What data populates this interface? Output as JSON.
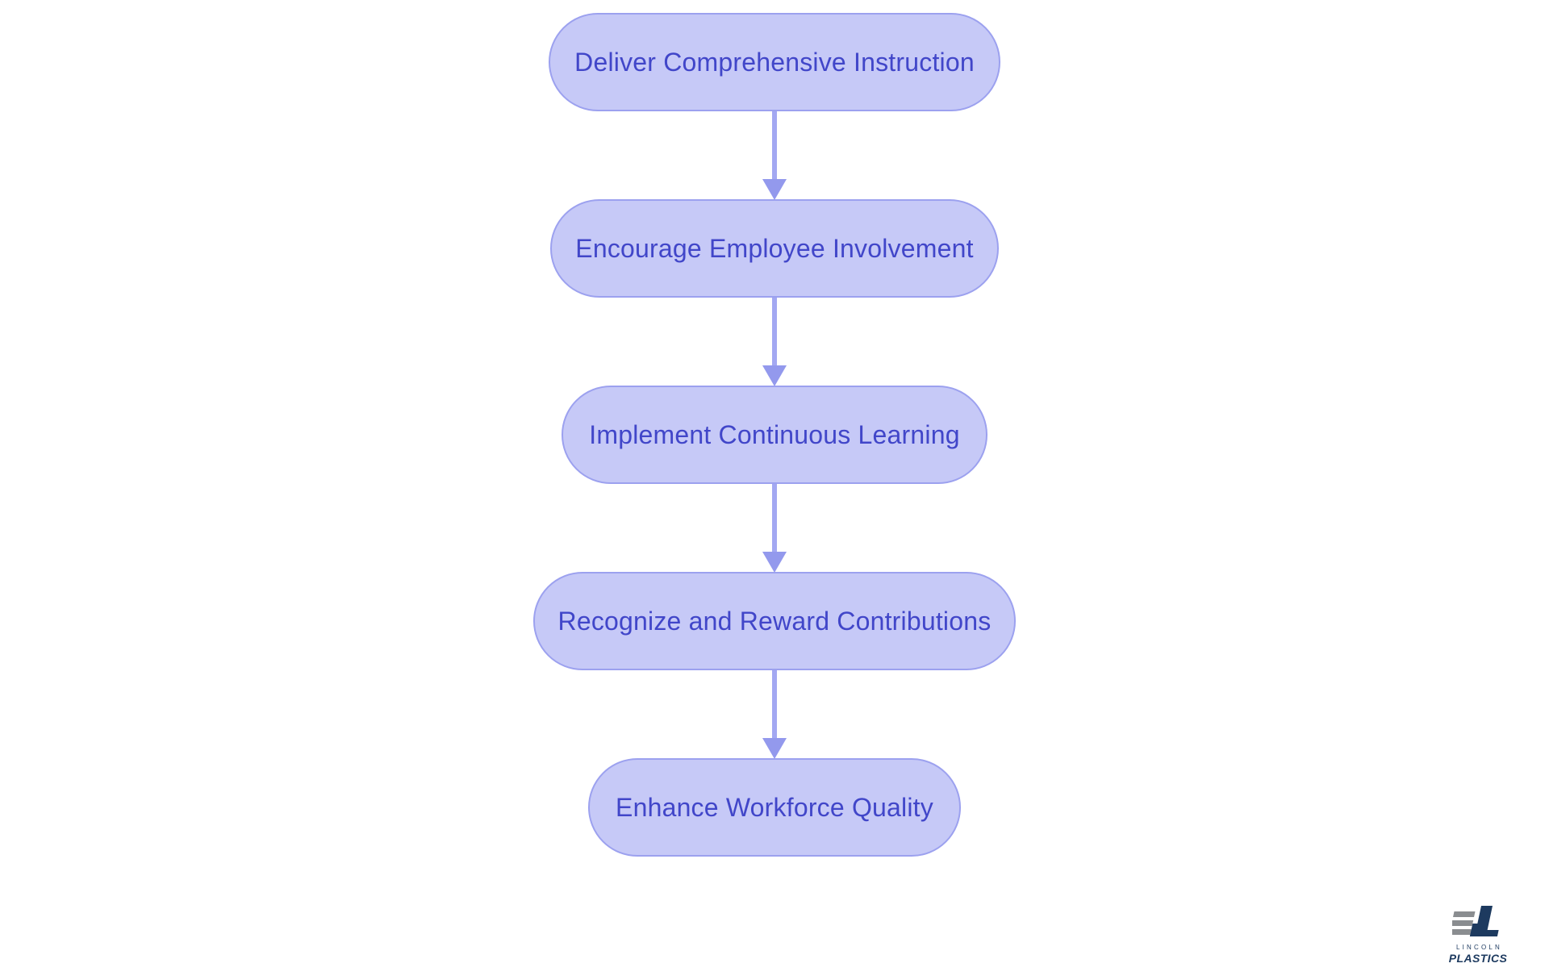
{
  "flowchart": {
    "type": "flowchart",
    "direction": "top-down",
    "nodes": [
      {
        "id": "1",
        "label": "Deliver Comprehensive Instruction"
      },
      {
        "id": "2",
        "label": "Encourage Employee Involvement"
      },
      {
        "id": "3",
        "label": "Implement Continuous Learning"
      },
      {
        "id": "4",
        "label": "Recognize and Reward Contributions"
      },
      {
        "id": "5",
        "label": "Enhance Workforce Quality"
      }
    ],
    "edges": [
      {
        "from": "1",
        "to": "2"
      },
      {
        "from": "2",
        "to": "3"
      },
      {
        "from": "3",
        "to": "4"
      },
      {
        "from": "4",
        "to": "5"
      }
    ],
    "colors": {
      "background": "#ffffff",
      "node_fill": "#c6c9f7",
      "node_border": "#9ca1ef",
      "node_text": "#4146c9",
      "arrow_stem": "#a3a8f2",
      "arrow_head": "#9399ed"
    }
  },
  "logo": {
    "name": "Lincoln Plastics",
    "line1": "LINCOLN",
    "line2": "PLASTICS",
    "colors": {
      "navy": "#1d3a5f",
      "gray": "#8a8d90"
    }
  }
}
